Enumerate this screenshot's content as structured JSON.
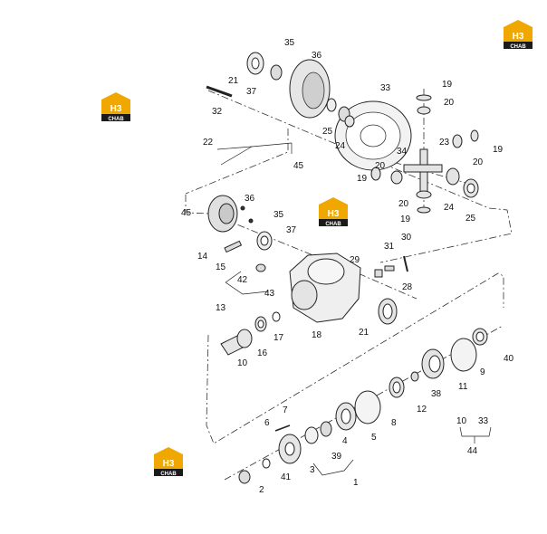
{
  "watermark": {
    "logo_text": "H3",
    "caption": "CHAB",
    "color": "#f0a800",
    "dark": "#1a1a1a"
  },
  "leader_color": "#222222",
  "labels": {
    "l1": "1",
    "l2": "2",
    "l3": "3",
    "l4": "4",
    "l5": "5",
    "l6": "6",
    "l7": "7",
    "l8": "8",
    "l9": "9",
    "l10": "10",
    "l11": "11",
    "l12": "12",
    "l13": "13",
    "l14": "14",
    "l15": "15",
    "l16": "16",
    "l17": "17",
    "l18": "18",
    "l19a": "19",
    "l19b": "19",
    "l19c": "19",
    "l19d": "19",
    "l20a": "20",
    "l20b": "20",
    "l20c": "20",
    "l20d": "20",
    "l21a": "21",
    "l21b": "21",
    "l22": "22",
    "l23": "23",
    "l24a": "24",
    "l24b": "24",
    "l25a": "25",
    "l25b": "25",
    "l28": "28",
    "l29": "29",
    "l30": "30",
    "l31": "31",
    "l32": "32",
    "l33": "33",
    "l34": "34",
    "l35a": "35",
    "l35b": "35",
    "l36a": "36",
    "l36b": "36",
    "l37a": "37",
    "l37b": "37",
    "l38": "38",
    "l39": "39",
    "l40": "40",
    "l41": "41",
    "l42": "42",
    "l43": "43",
    "l44": "44",
    "l45a": "45",
    "l45b": "45",
    "legend10": "10",
    "legend33": "33"
  }
}
